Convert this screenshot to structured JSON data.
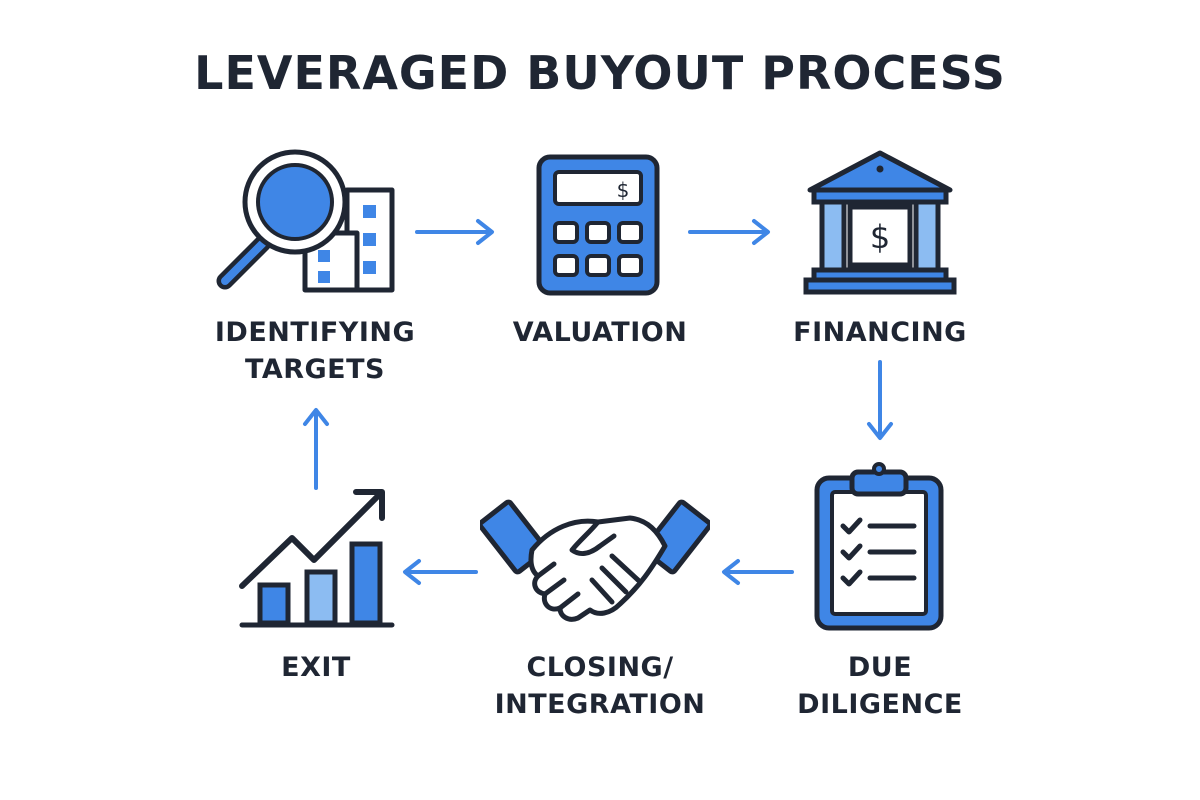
{
  "title": "LEVERAGED BUYOUT PROCESS",
  "colors": {
    "ink": "#1f2633",
    "accent": "#3f86e6",
    "accent_light": "#8cbcf2",
    "background": "#ffffff"
  },
  "steps": [
    {
      "icon": "magnifier-buildings-icon",
      "label_lines": [
        "IDENTIFYING",
        "TARGETS"
      ]
    },
    {
      "icon": "calculator-icon",
      "label_lines": [
        "VALUATION"
      ],
      "display_symbol": "$"
    },
    {
      "icon": "bank-icon",
      "label_lines": [
        "FINANCING"
      ],
      "display_symbol": "$"
    },
    {
      "icon": "clipboard-checklist-icon",
      "label_lines": [
        "DUE",
        "DILIGENCE"
      ]
    },
    {
      "icon": "handshake-icon",
      "label_lines": [
        "CLOSING/",
        "INTEGRATION"
      ]
    },
    {
      "icon": "growth-chart-icon",
      "label_lines": [
        "EXIT"
      ]
    }
  ],
  "flow": [
    {
      "from": "IDENTIFYING TARGETS",
      "to": "VALUATION"
    },
    {
      "from": "VALUATION",
      "to": "FINANCING"
    },
    {
      "from": "FINANCING",
      "to": "DUE DILIGENCE"
    },
    {
      "from": "DUE DILIGENCE",
      "to": "CLOSING/INTEGRATION"
    },
    {
      "from": "CLOSING/INTEGRATION",
      "to": "EXIT"
    },
    {
      "from": "EXIT",
      "to": "IDENTIFYING TARGETS"
    }
  ]
}
